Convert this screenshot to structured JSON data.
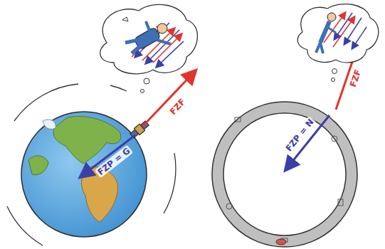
{
  "diagram": {
    "labels": [
      "FZF",
      "FZP = G",
      "FZF",
      "FZP = N"
    ]
  }
}
